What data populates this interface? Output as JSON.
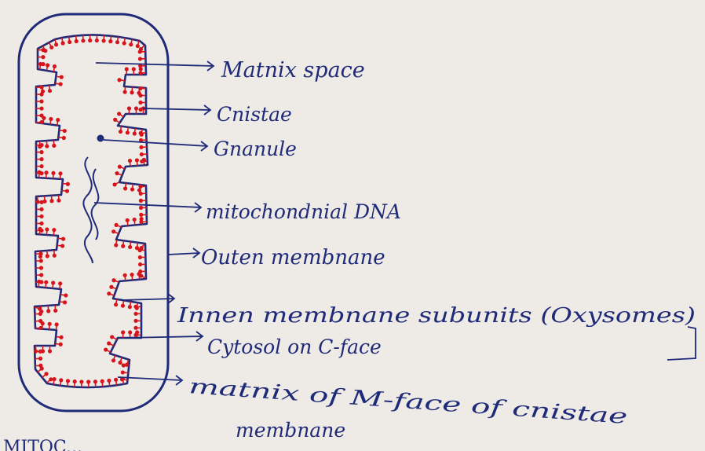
{
  "diagram": {
    "labels": {
      "matrix_space": "Matnix space",
      "cristae": "Cnistae",
      "granule": "Gnanule",
      "mitochondrial_dna": "mitochondnial DNA",
      "outer_membrane": "Outen membnane",
      "inner_membrane_subunits": "Innen membnane subunits (Oxysomes)",
      "cytosol_face": "Cytosol on C-face",
      "matrix_face_line1": "matnix of M-face of cnistae",
      "matrix_face_line2": "membnane",
      "bottom_partial": "MITOC..."
    },
    "colors": {
      "ink": "#1f2a78",
      "particles": "#d6141c",
      "paper": "#eeebe6"
    }
  }
}
